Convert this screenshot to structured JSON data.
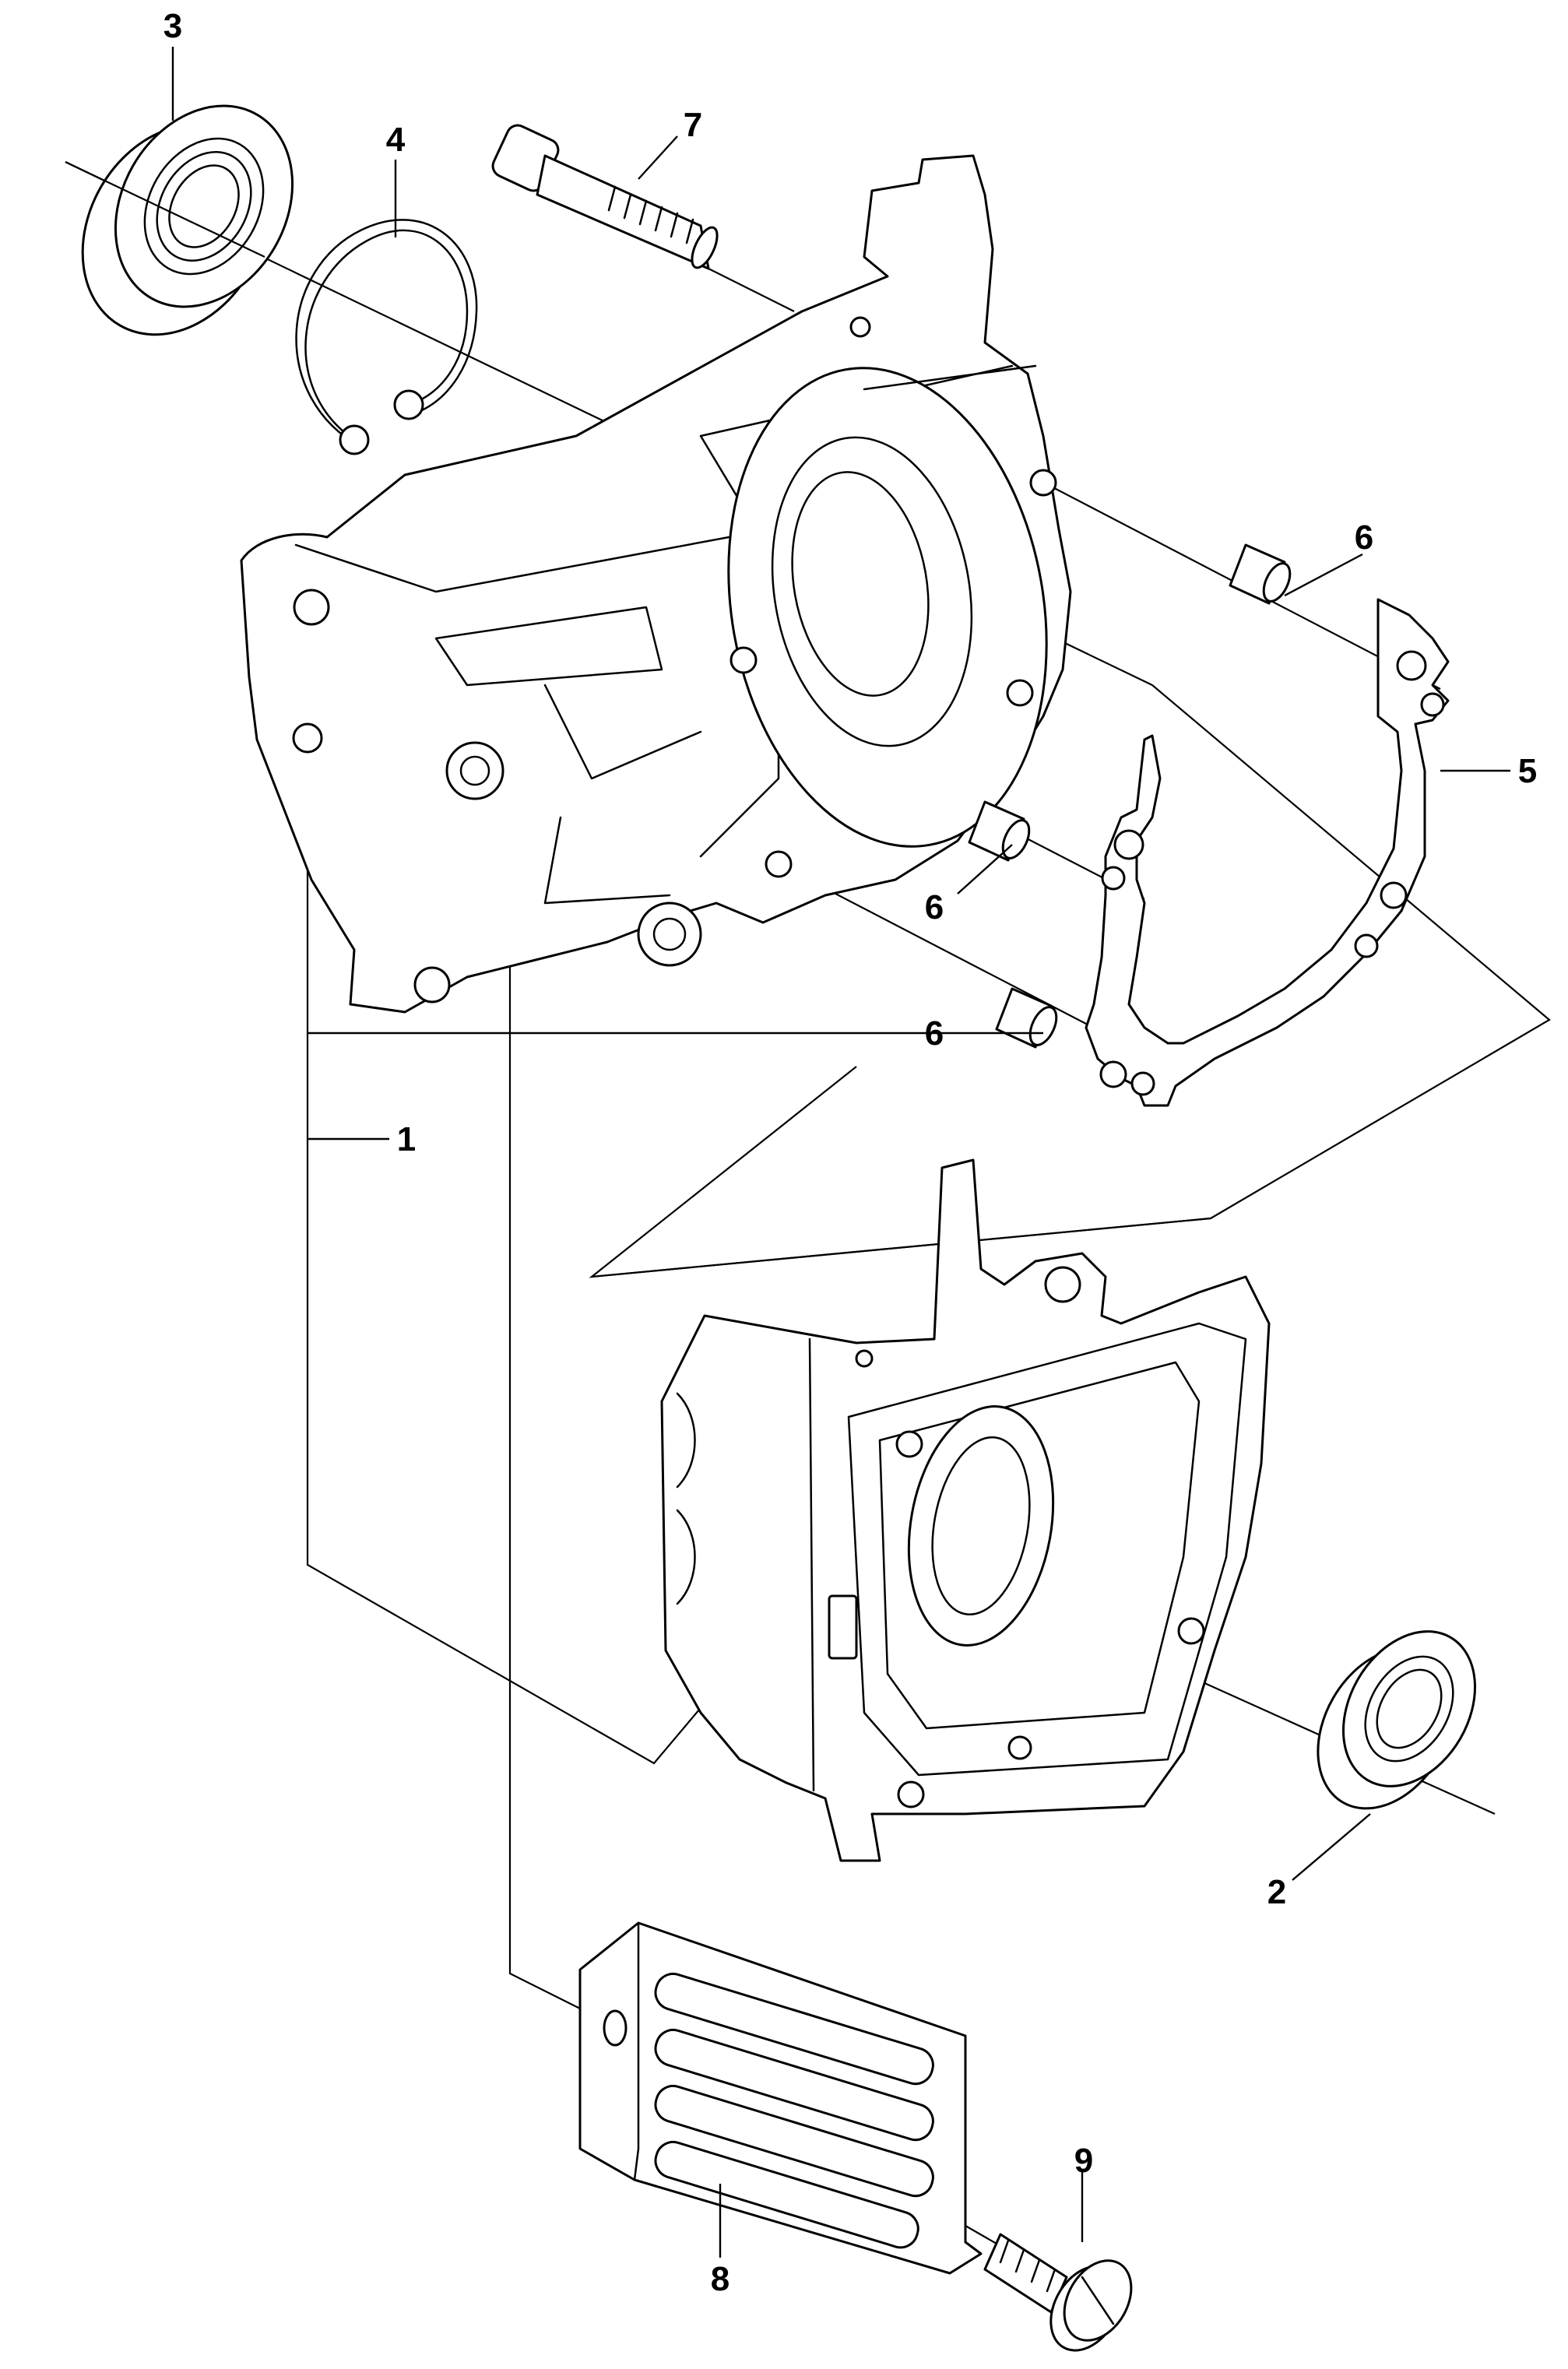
{
  "diagram": {
    "callouts": {
      "c1": "1",
      "c2": "2",
      "c3": "3",
      "c4": "4",
      "c5": "5",
      "c6a": "6",
      "c6b": "6",
      "c6c": "6",
      "c7": "7",
      "c8": "8",
      "c9": "9"
    }
  }
}
